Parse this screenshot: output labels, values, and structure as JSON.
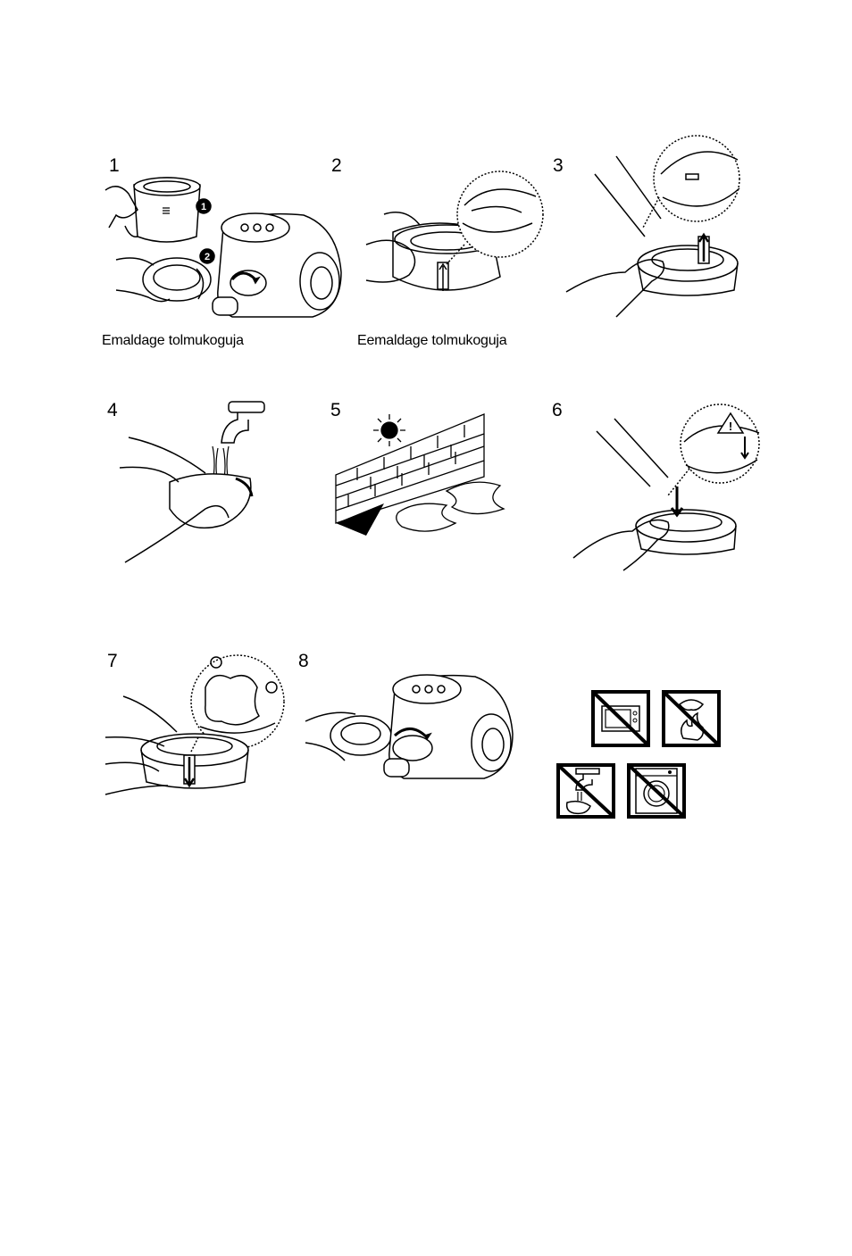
{
  "steps": [
    {
      "number": "1",
      "caption": "Emaldage tolmukoguja",
      "badges": [
        "1",
        "2"
      ]
    },
    {
      "number": "2",
      "caption": "Eemaldage tolmukoguja"
    },
    {
      "number": "3"
    },
    {
      "number": "4"
    },
    {
      "number": "5"
    },
    {
      "number": "6",
      "warning": "!"
    },
    {
      "number": "7"
    },
    {
      "number": "8"
    }
  ],
  "prohibitions": [
    {
      "icon": "no-microwave-icon"
    },
    {
      "icon": "no-fire-dry-icon"
    },
    {
      "icon": "no-tap-wash-icon"
    },
    {
      "icon": "no-washing-machine-icon"
    }
  ]
}
